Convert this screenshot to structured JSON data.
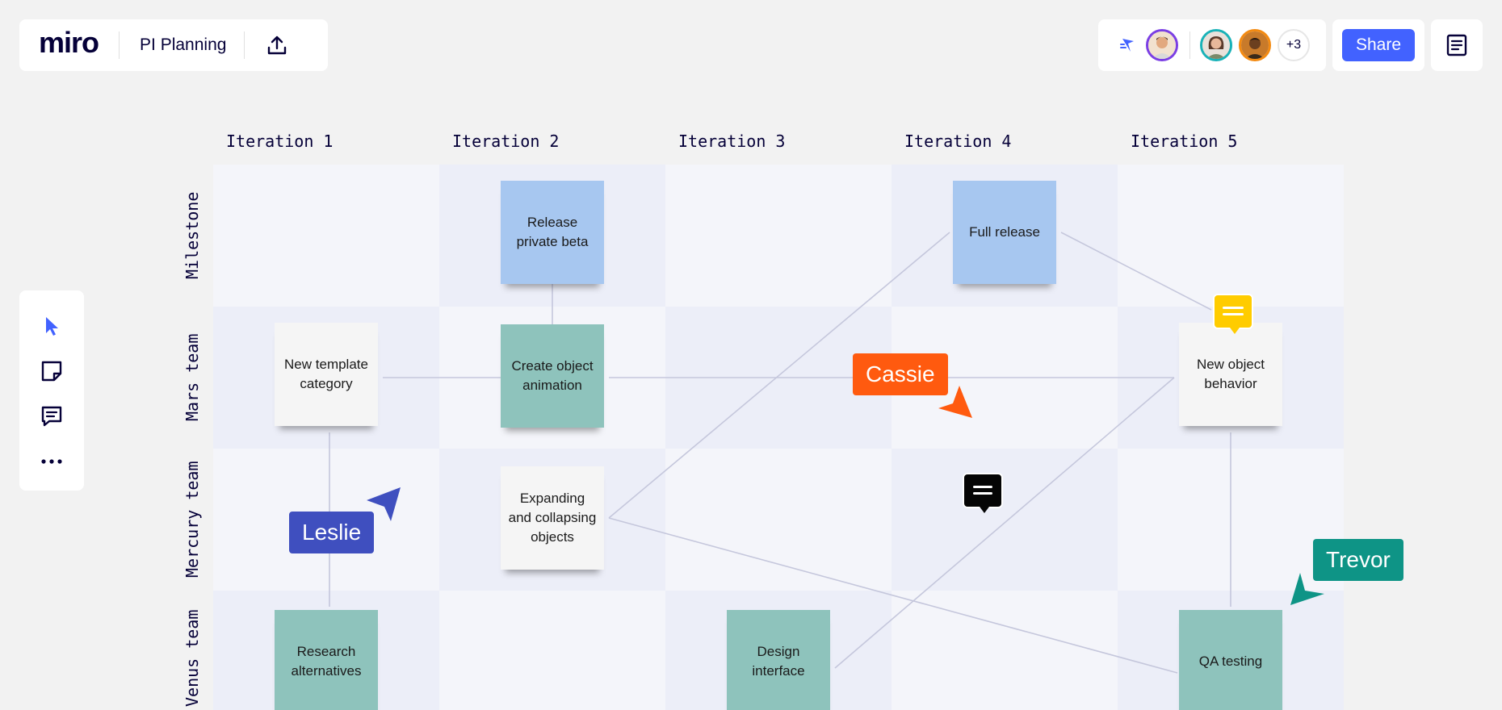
{
  "app": {
    "logo": "miro",
    "board_title": "PI Planning"
  },
  "collaboration": {
    "extra_count": "+3"
  },
  "share": {
    "label": "Share"
  },
  "icons": {
    "upload": "upload-icon",
    "cursor_mode": "cursor-tracking-icon",
    "notes": "notes-icon",
    "select": "select-pointer-icon",
    "sticky": "sticky-note-icon",
    "comment": "comment-icon",
    "more": "more-dots-icon"
  },
  "grid": {
    "columns": [
      "Iteration 1",
      "Iteration 2",
      "Iteration 3",
      "Iteration 4",
      "Iteration 5"
    ],
    "rows": [
      "Milestone",
      "Mars team",
      "Mercury team",
      "Venus team"
    ]
  },
  "stickies": {
    "release_private_beta": "Release private beta",
    "full_release": "Full release",
    "new_template_category": "New template category",
    "create_object_animation": "Create object animation",
    "new_object_behavior": "New object behavior",
    "expanding_collapsing": "Expanding and collapsing objects",
    "research_alternatives": "Research alternatives",
    "design_interface": "Design interface",
    "qa_testing": "QA testing"
  },
  "cursors": {
    "cassie": "Cassie",
    "leslie": "Leslie",
    "trevor": "Trevor"
  },
  "colors": {
    "brand_blue": "#4262ff",
    "cassie": "#ff5a0f",
    "leslie": "#3f4fbf",
    "trevor": "#0e9486",
    "sticky_blue": "#a7c7f0",
    "sticky_teal": "#8ec3bc",
    "comment_yellow": "#ffcc00"
  }
}
